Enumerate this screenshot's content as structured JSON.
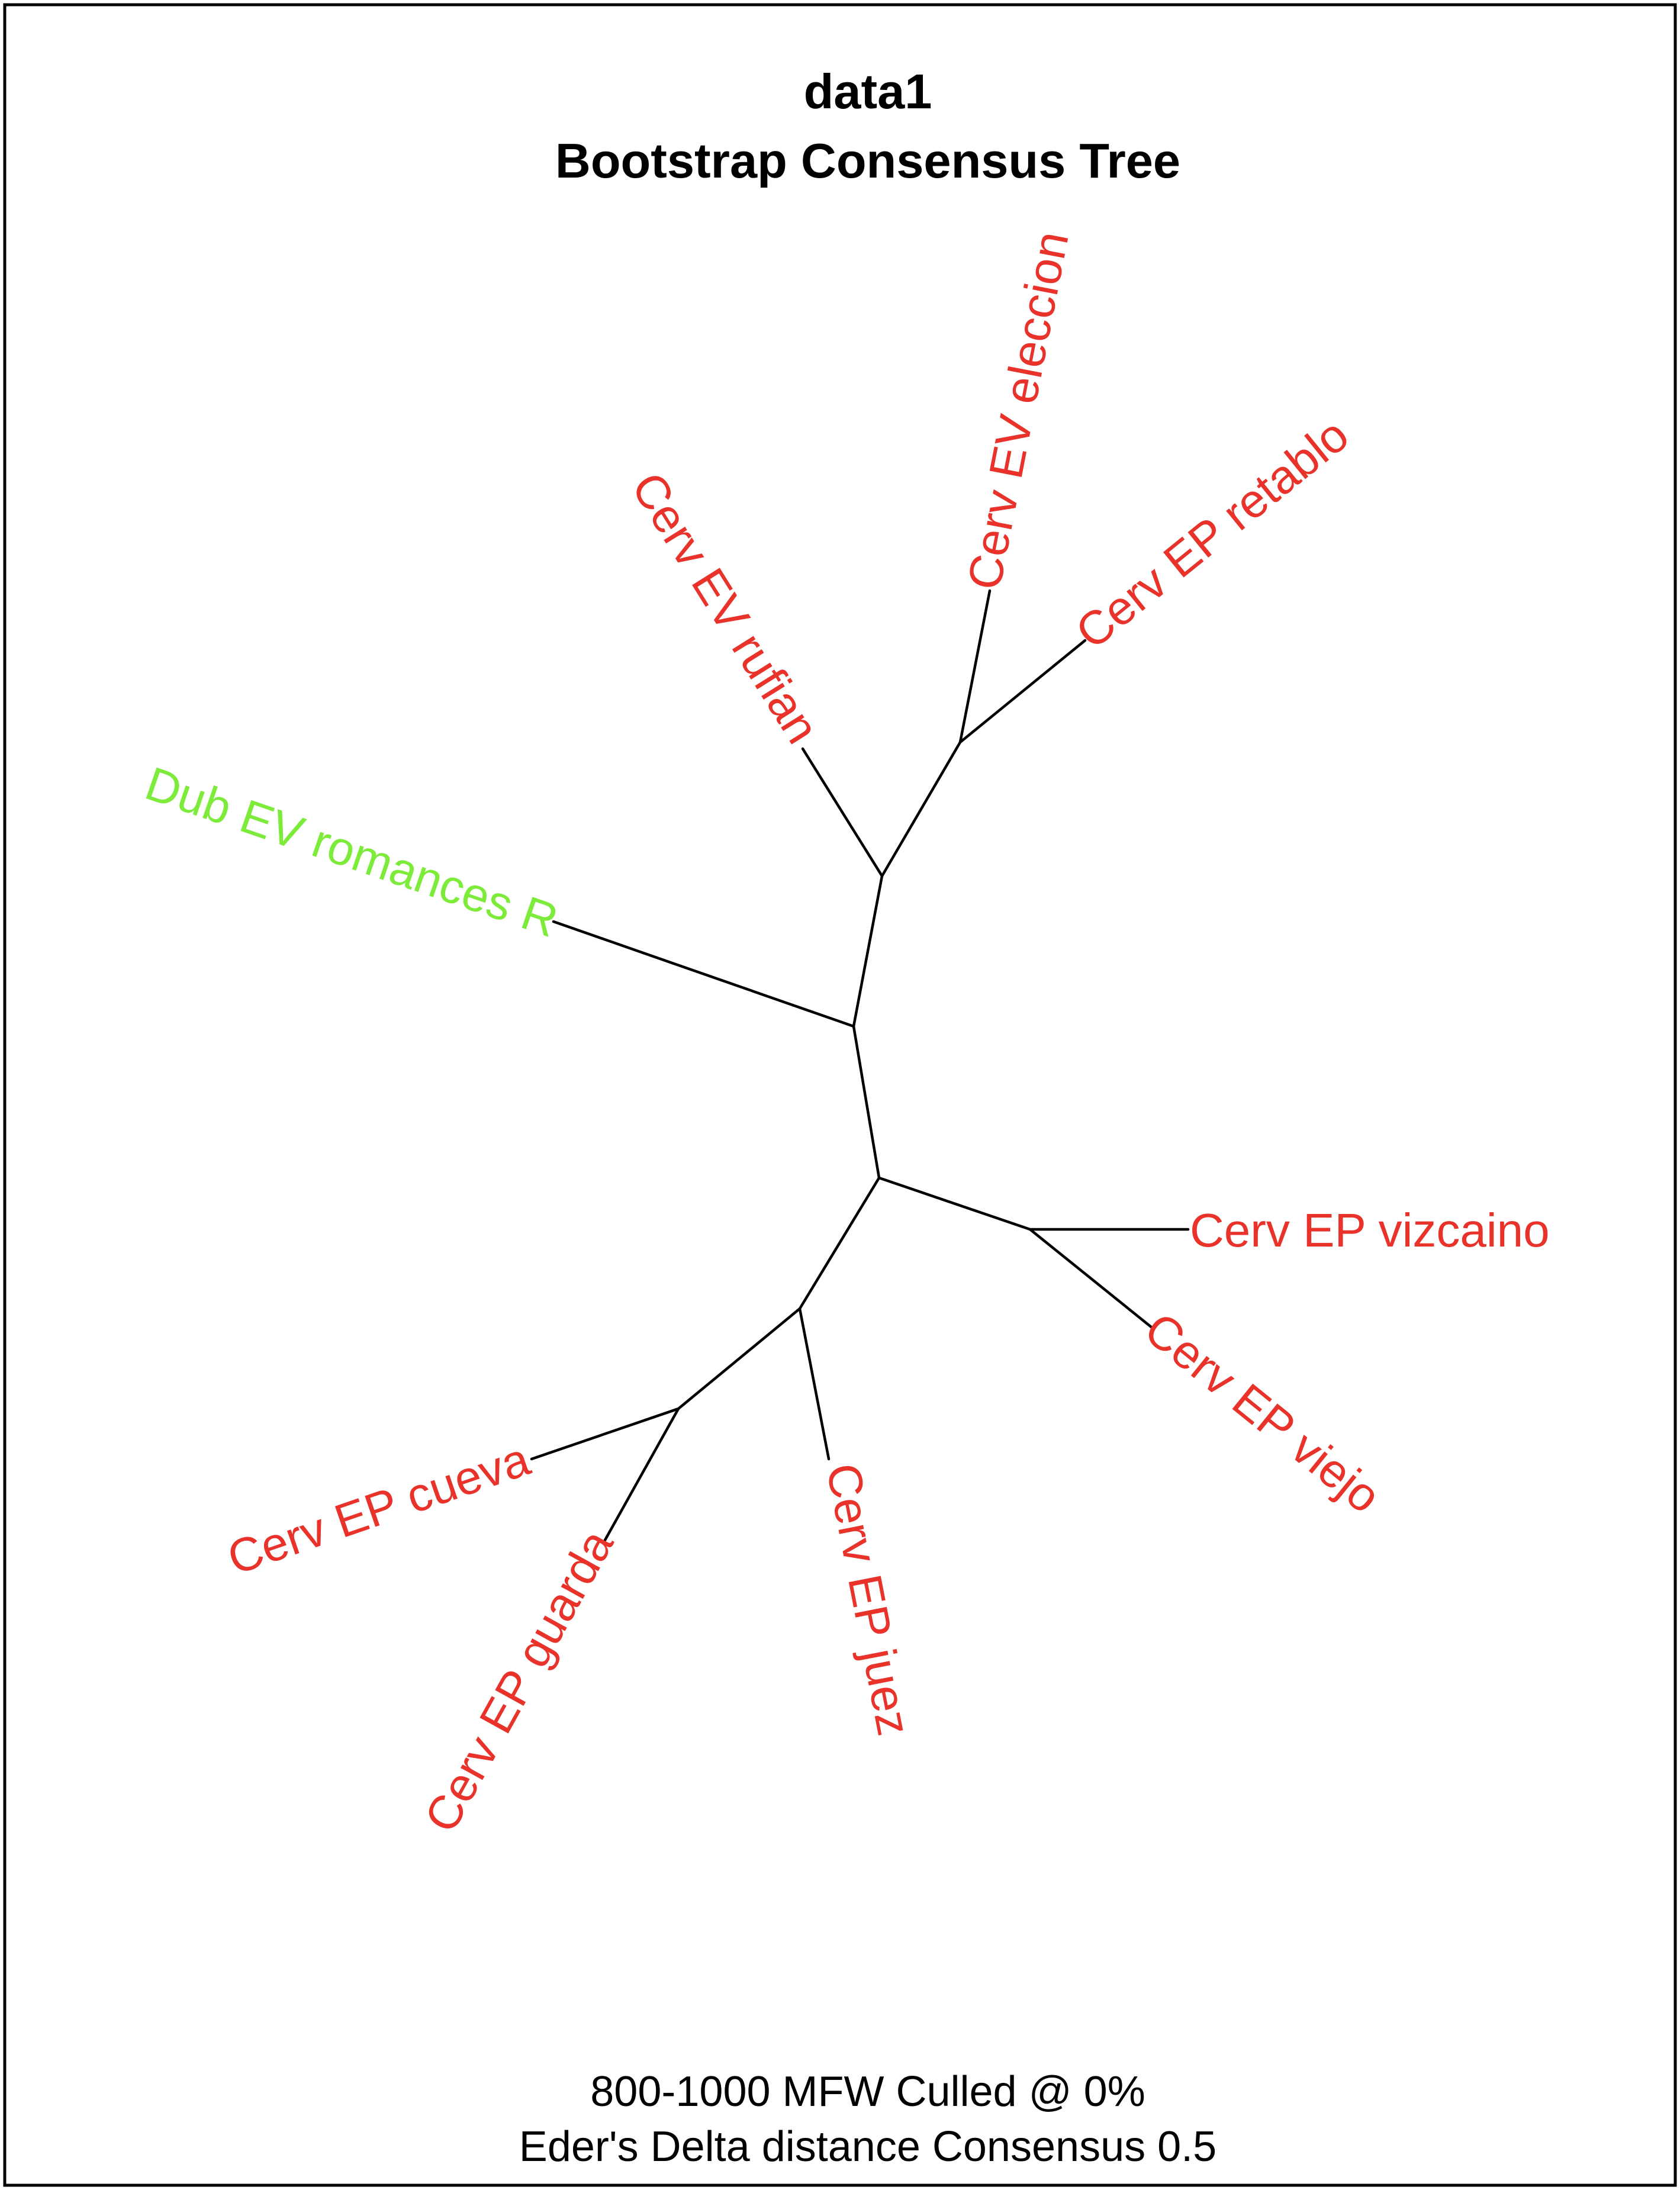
{
  "title": {
    "line1": "data1",
    "line2": "Bootstrap Consensus Tree"
  },
  "caption": {
    "line1": "800-1000 MFW  Culled @ 0%",
    "line2": "Eder's Delta distance Consensus 0.5"
  },
  "colors": {
    "cervantes_group": "#E8322A",
    "other_group": "#7CEB3A",
    "edges": "#000000",
    "frame": "#000000"
  },
  "tree": {
    "layout": "unrooted",
    "tips": [
      {
        "id": "eleccion",
        "label": "Cerv EV eleccion",
        "group": "cervantes_group"
      },
      {
        "id": "retablo",
        "label": "Cerv EP retablo",
        "group": "cervantes_group"
      },
      {
        "id": "rufian",
        "label": "Cerv EV rufian",
        "group": "cervantes_group"
      },
      {
        "id": "romances",
        "label": "Dub EV romances R",
        "group": "other_group"
      },
      {
        "id": "vizcaino",
        "label": "Cerv EP vizcaino",
        "group": "cervantes_group"
      },
      {
        "id": "viejo",
        "label": "Cerv EP viejo",
        "group": "cervantes_group"
      },
      {
        "id": "juez",
        "label": "Cerv EP juez",
        "group": "cervantes_group"
      },
      {
        "id": "cueva",
        "label": "Cerv EP cueva",
        "group": "cervantes_group"
      },
      {
        "id": "guarda",
        "label": "Cerv EP guarda",
        "group": "cervantes_group"
      }
    ]
  }
}
